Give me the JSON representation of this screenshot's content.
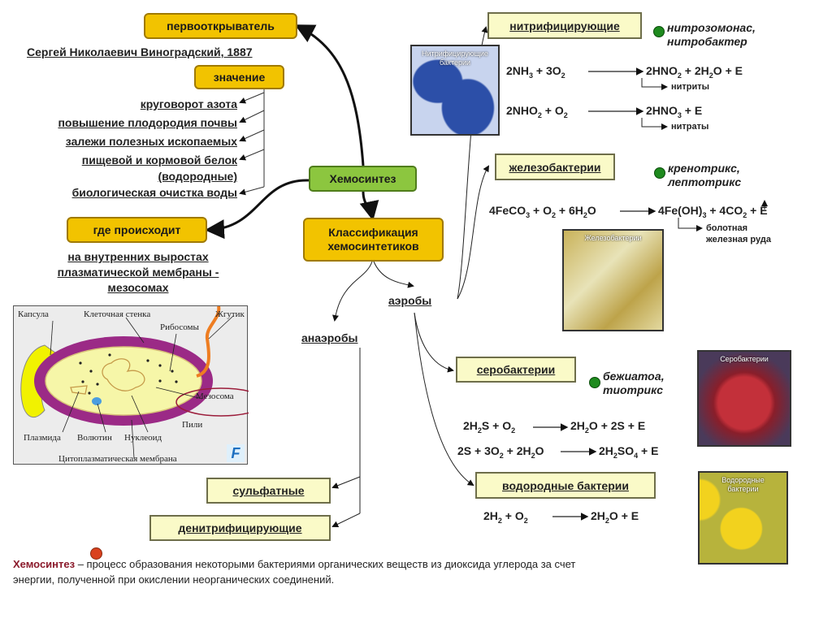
{
  "left": {
    "discoverer_label": "первооткрыватель",
    "discoverer_name": "Сергей Николаевич Виноградский, 1887",
    "significance_label": "значение",
    "significance_items": [
      "круговорот азота",
      "повышение плодородия почвы",
      "залежи полезных ископаемых",
      "пищевой и кормовой белок",
      "(водородные)",
      "биологическая очистка воды"
    ],
    "location_label": "где происходит",
    "location_lines": [
      "на внутренних выростах",
      "плазматической мембраны -",
      "мезосомах"
    ]
  },
  "center": {
    "main_node": "Хемосинтез",
    "classification_line1": "Классификация",
    "classification_line2": "хемосинтетиков",
    "aerobes": "аэробы",
    "anaerobes": "анаэробы",
    "anaerobe_types": [
      "сульфатные",
      "денитрифицирующие"
    ]
  },
  "cell_diagram": {
    "labels": {
      "capsule": "Капсула",
      "cell_wall": "Клеточная стенка",
      "ribosomes": "Рибосомы",
      "flagellum": "Жгутик",
      "mesosome": "Мезосома",
      "pili": "Пили",
      "plasmid": "Плазмида",
      "volutin": "Волютин",
      "nucleoid": "Нуклеоид",
      "membrane": "Цитоплазматическая мембрана"
    },
    "logo": "F"
  },
  "groups": {
    "nitrifying": {
      "label": "нитрифицирующие",
      "species_line1": "нитрозомонас,",
      "species_line2": "нитробактер",
      "photo_label_line1": "Нитрифицирующие",
      "photo_label_line2": "бактерии",
      "note1": "нитриты",
      "note2": "нитраты"
    },
    "iron": {
      "label": "железобактерии",
      "species_line1": "кренотрикс,",
      "species_line2": "лептотрикс",
      "photo_label": "Железобактерии",
      "note_line1": "болотная",
      "note_line2": "железная руда"
    },
    "sulfur": {
      "label": "серобактерии",
      "species_line1": "бежиатоа,",
      "species_line2": "тиотрикс",
      "photo_label": "Серобактерии"
    },
    "hydrogen": {
      "label": "водородные бактерии",
      "photo_label_line1": "Водородные",
      "photo_label_line2": "бактерии"
    }
  },
  "definition": {
    "term": "Хемосинтез",
    "text": " – процесс образования некоторыми бактериями органических веществ из диоксида углерода за счет энергии, полученной при окислении неорганических соединений."
  },
  "colors": {
    "yellow_box": "#f2c300",
    "green_box": "#8cc63f",
    "light_box": "#fafac8",
    "species_dot": "#1e8a1e",
    "definition_term": "#8b1a2b",
    "definition_dot": "#d9411e"
  }
}
